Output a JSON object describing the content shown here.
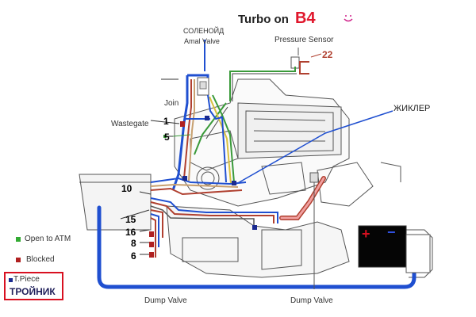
{
  "title": {
    "text": "Turbo on",
    "model": "B4"
  },
  "labels": {
    "solenoid_ru": "СОЛЕНОЙД",
    "amal_valve": "Amal Valve",
    "pressure_sensor": "Pressure Sensor",
    "join": "Join",
    "wastegate": "Wastegate",
    "jet_ru": "ЖИКЛЕР",
    "dump_valve_left": "Dump Valve",
    "dump_valve_right": "Dump Valve"
  },
  "numbers": {
    "n22": "22",
    "n1": "1",
    "n5": "5",
    "n10": "10",
    "n15": "15",
    "n16": "16",
    "n8": "8",
    "n6": "6"
  },
  "legend": {
    "open_atm": "Open to ATM",
    "blocked": "Blocked",
    "tpiece": "T.Piece",
    "tpiece_ru": "ТРОЙНИК"
  },
  "battery": {
    "plus": "+",
    "minus": "−"
  },
  "colors": {
    "blue_pipe": "#1f4fd0",
    "red_pipe": "#b04030",
    "green_pipe": "#3a9a3a",
    "open_atm": "#33aa33",
    "blocked": "#b02020",
    "tpiece": "#1a2a90",
    "title_accent": "#e0162b"
  }
}
